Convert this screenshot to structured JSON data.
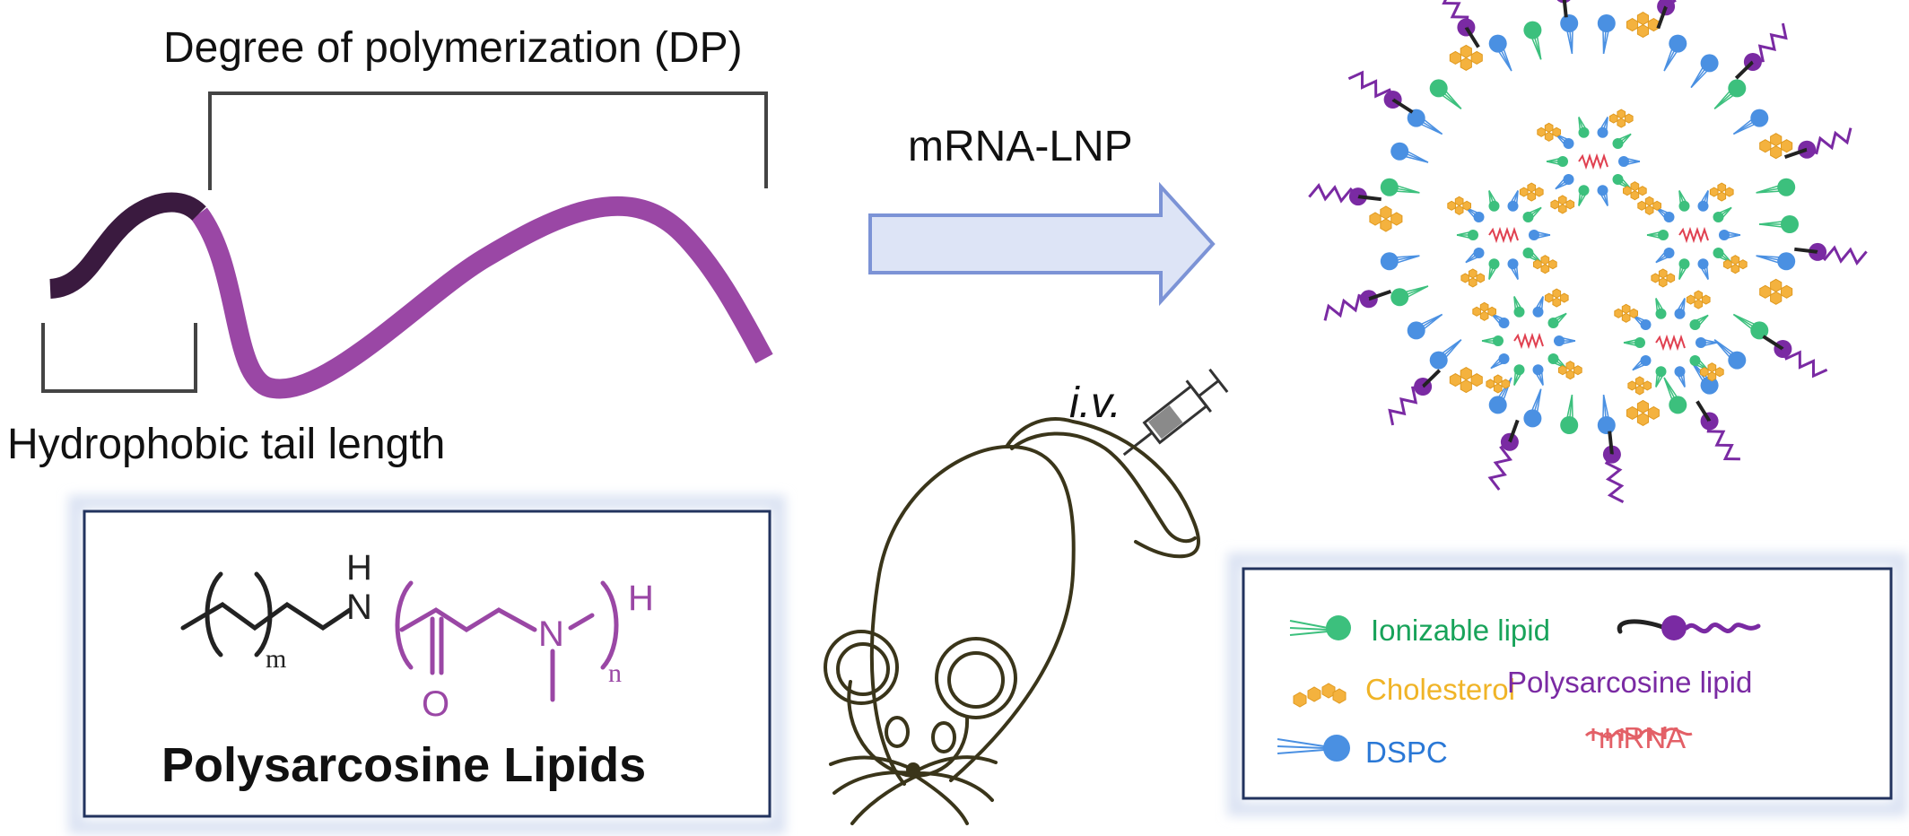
{
  "labels": {
    "dp": "Degree of polymerization (DP)",
    "tail": "Hydrophobic tail length",
    "arrow": "mRNA-LNP",
    "route": "i.v.",
    "structure_title": "Polysarcosine Lipids"
  },
  "structure": {
    "amine_h": "H",
    "amine_n": "N",
    "sarcosine_n": "N",
    "carbonyl_o": "O",
    "terminal_h": "H",
    "subscript_m": "m",
    "subscript_n": "n"
  },
  "legend": {
    "ionizable": "Ionizable lipid",
    "cholesterol": "Cholesterol",
    "dspc": "DSPC",
    "polysarcosine": "Polysarcosine lipid",
    "mrna": "mRNA"
  },
  "colors": {
    "tail": "#3a1a3f",
    "polymer": "#9a47a5",
    "arrow_fill": "#dde4f6",
    "arrow_stroke": "#7c93d6",
    "ionizable": "#3cc07d",
    "cholesterol": "#f4b23e",
    "dspc": "#4a90e2",
    "psar": "#7a2aa3",
    "mrna": "#e04050",
    "box_border": "#22335e"
  }
}
